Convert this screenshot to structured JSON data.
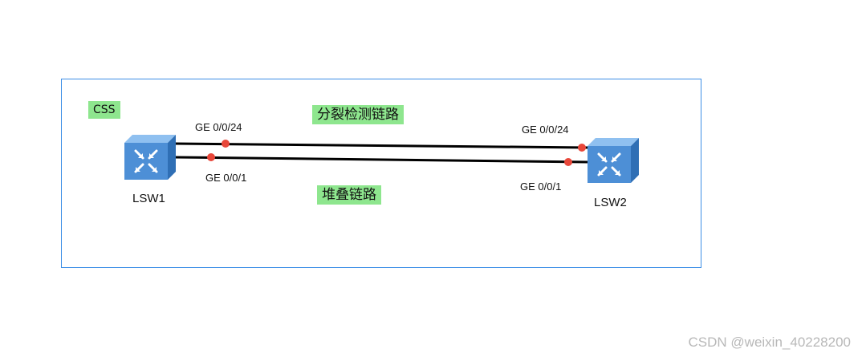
{
  "domain": "Diagram",
  "frame": {
    "group_label": "CSS"
  },
  "links": [
    {
      "label": "分裂检测链路",
      "left_port": "GE 0/0/24",
      "right_port": "GE 0/0/24"
    },
    {
      "label": "堆叠链路",
      "left_port": "GE 0/0/1",
      "right_port": "GE 0/0/1"
    }
  ],
  "devices": [
    {
      "name": "LSW1",
      "icon": "layer3-switch-icon"
    },
    {
      "name": "LSW2",
      "icon": "layer3-switch-icon"
    }
  ],
  "colors": {
    "frame_border": "#3c8ee6",
    "tag_background": "#8ee68e",
    "link_line": "#000000",
    "port_dot": "#e8473a",
    "switch_face": "#4d8fd6",
    "switch_side": "#2f6fb5",
    "switch_top": "#8fc0f0"
  },
  "watermark": "CSDN @weixin_40228200"
}
